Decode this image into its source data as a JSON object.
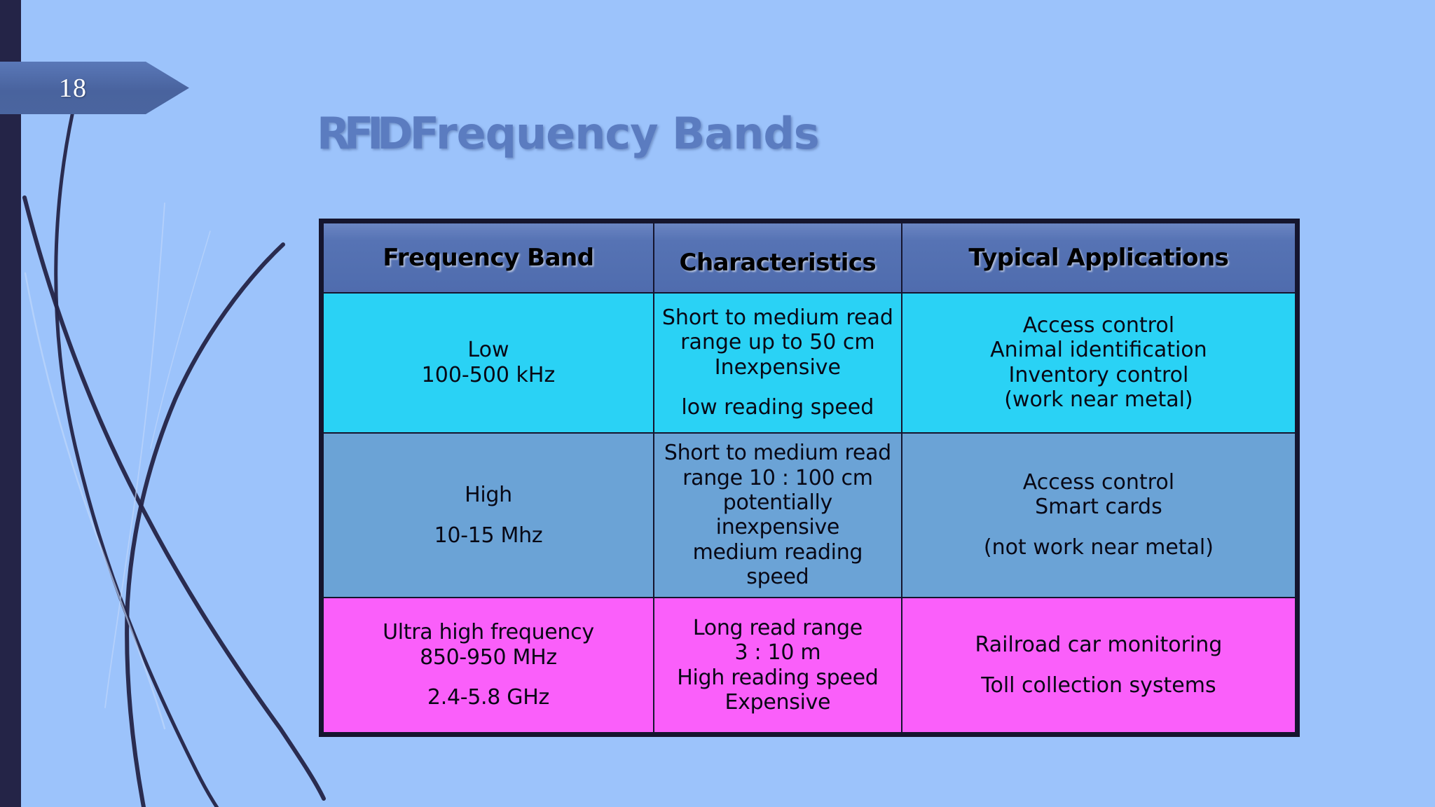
{
  "slide": {
    "background_color": "#9cc3fb",
    "accent_stripe_color": "#242447",
    "title_color": "#5b7cc0",
    "page_number": "18"
  },
  "title": {
    "abbr": "RFID",
    "rest": "Frequency Bands",
    "full": "RFID Frequency Bands"
  },
  "table": {
    "headers": [
      "Frequency Band",
      "Characteristics",
      "Typical Applications"
    ],
    "header_bg": "#5673b4",
    "rows": [
      {
        "key": "low",
        "bg": "#2ad2f5",
        "band": [
          "Low",
          "100-500 kHz"
        ],
        "characteristics": [
          "Short to medium read",
          "range up to 50 cm",
          "Inexpensive",
          "",
          "low reading speed"
        ],
        "applications": [
          "Access control",
          "Animal identification",
          "Inventory control",
          "(work near metal)"
        ]
      },
      {
        "key": "high",
        "bg": "#6ba3d6",
        "band": [
          "High",
          "",
          "10-15 Mhz"
        ],
        "characteristics": [
          "Short to medium read",
          "range 10 : 100 cm",
          "potentially inexpensive",
          "medium reading speed"
        ],
        "applications": [
          "Access control",
          "Smart cards",
          "",
          "(not work near metal)"
        ]
      },
      {
        "key": "uhf",
        "bg": "#fa5ffa",
        "band": [
          "Ultra high frequency",
          "850-950 MHz",
          "",
          "2.4-5.8 GHz"
        ],
        "characteristics": [
          "Long read range",
          "3 : 10 m",
          "High reading speed",
          "Expensive"
        ],
        "applications": [
          "Railroad car monitoring",
          "",
          "Toll collection  systems"
        ]
      }
    ]
  }
}
